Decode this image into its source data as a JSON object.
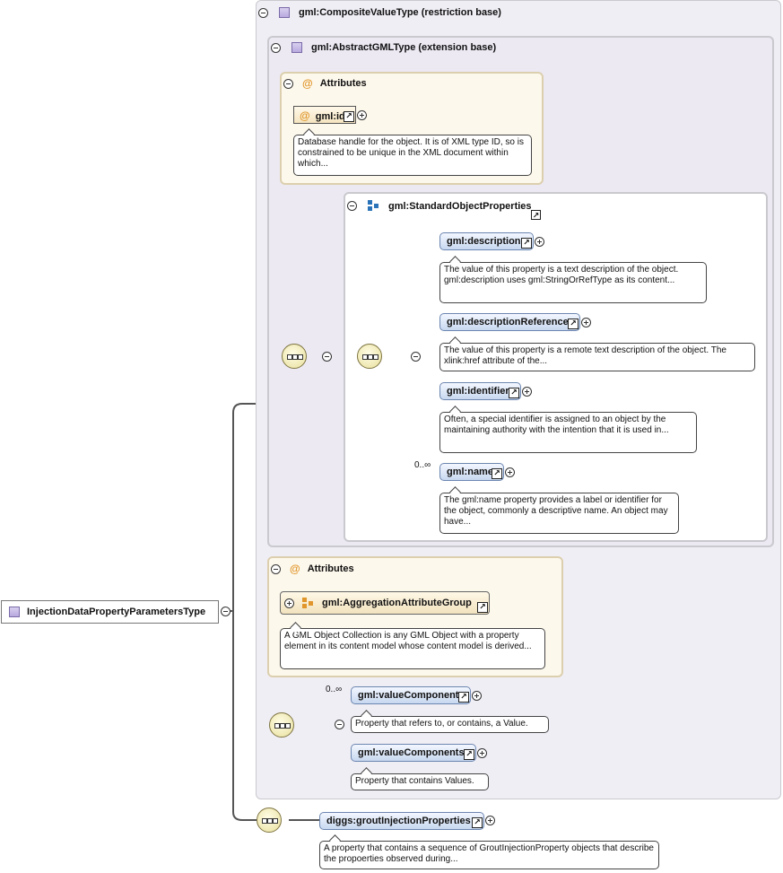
{
  "root": {
    "label": "InjectionDataPropertyParametersType"
  },
  "composite_base": {
    "label": "gml:CompositeValueType (restriction base)"
  },
  "abstract_base": {
    "label": "gml:AbstractGMLType (extension base)"
  },
  "inner_attributes": {
    "title": "Attributes",
    "attr_label": "gml:id",
    "attr_desc": "Database handle for the object. It is of XML type ID, so is constrained to be unique in the XML document within which..."
  },
  "standard_props": {
    "label": "gml:StandardObjectProperties",
    "elements": [
      {
        "label": "gml:description",
        "desc": "The value of this property is a text description of the object. gml:description uses gml:StringOrRefType as its content..."
      },
      {
        "label": "gml:descriptionReference",
        "desc": "The value of this property is a remote text description of the object. The xlink:href attribute of the..."
      },
      {
        "label": "gml:identifier",
        "desc": "Often, a special identifier is assigned to an object by the maintaining authority with the intention that it is used in..."
      },
      {
        "label": "gml:name",
        "desc": "The gml:name property provides a label or identifier for the object, commonly a descriptive name. An object may have...",
        "cardinality": "0..∞"
      }
    ]
  },
  "outer_attributes": {
    "title": "Attributes",
    "group_label": "gml:AggregationAttributeGroup",
    "group_desc": "A GML Object Collection is any GML Object with a property element in its content model whose content model is derived..."
  },
  "value_choice": {
    "elements": [
      {
        "label": "gml:valueComponent",
        "desc": "Property that refers to, or contains, a Value.",
        "cardinality": "0..∞"
      },
      {
        "label": "gml:valueComponents",
        "desc": "Property that contains Values."
      }
    ]
  },
  "grout": {
    "label": "diggs:groutInjectionProperties",
    "desc": "A property that contains a sequence of GroutInjectionProperty objects that describe the propoerties observed during..."
  }
}
